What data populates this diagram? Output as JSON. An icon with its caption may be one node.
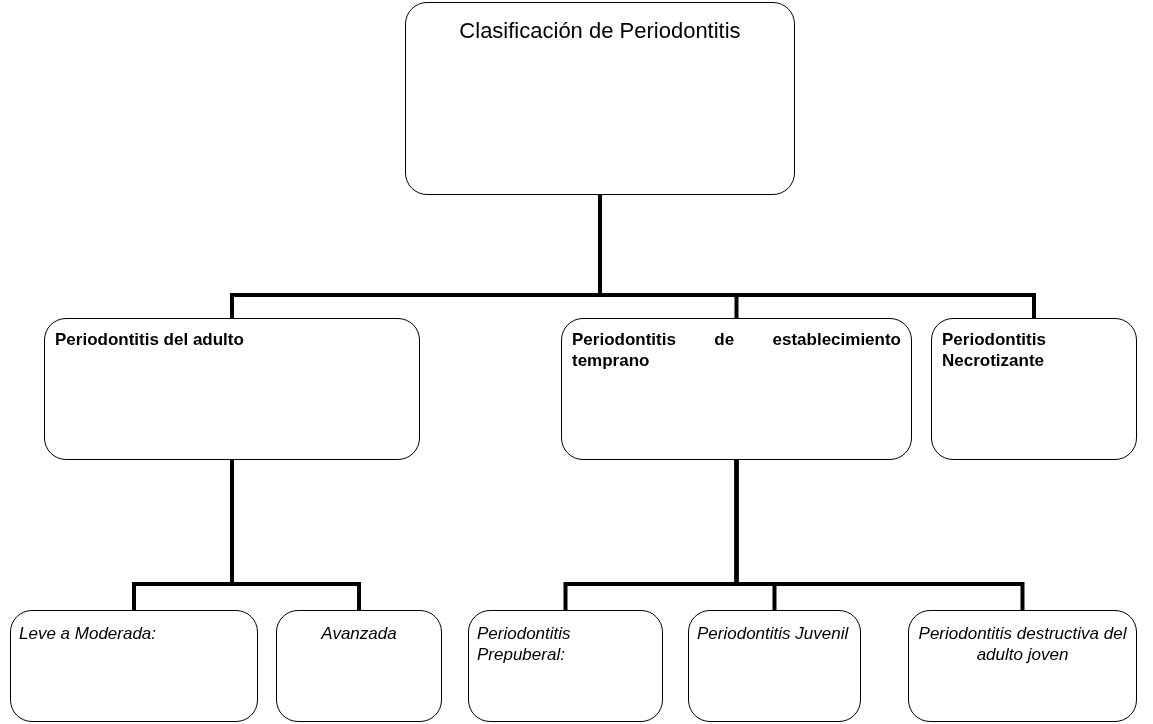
{
  "diagram": {
    "nodes": [
      {
        "text": [
          "Clasificación de Periodontitis"
        ]
      },
      {
        "text": [
          "Periodontitis del adulto"
        ]
      },
      {
        "text": [
          "Periodontitis de establecimiento temprano"
        ]
      },
      {
        "text": [
          "Periodontitis Necrotizante"
        ]
      },
      {
        "text": [
          "Leve a Moderada:"
        ]
      },
      {
        "text": [
          "Avanzada"
        ]
      },
      {
        "text": [
          "Periodontitis Prepuberal:"
        ]
      },
      {
        "text": [
          "Periodontitis Juvenil"
        ]
      },
      {
        "text": [
          "Periodontitis destructiva del adulto joven"
        ]
      }
    ],
    "edges": [
      {
        "from": 0,
        "to": 1,
        "arrow": "none"
      },
      {
        "from": 0,
        "to": 2,
        "arrow": "none"
      },
      {
        "from": 0,
        "to": 3,
        "arrow": "none"
      },
      {
        "from": 1,
        "to": 4,
        "arrow": "none"
      },
      {
        "from": 1,
        "to": 5,
        "arrow": "none"
      },
      {
        "from": 2,
        "to": 6,
        "arrow": "none"
      },
      {
        "from": 2,
        "to": 7,
        "arrow": "none"
      },
      {
        "from": 2,
        "to": 8,
        "arrow": "none"
      }
    ]
  }
}
